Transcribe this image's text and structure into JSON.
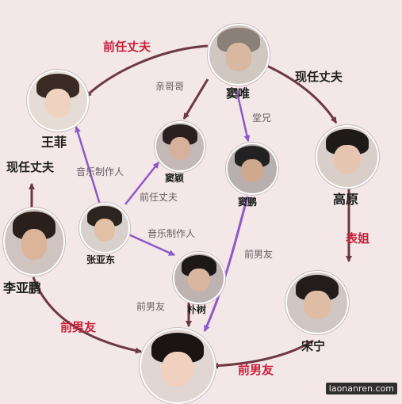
{
  "people": {
    "dou_wei": "窦唯",
    "wang_fei": "王菲",
    "gao_yuan": "高原",
    "dou_ying": "窦颖",
    "dou_peng": "窦鹏",
    "zhang_yadong": "张亚东",
    "li_yapeng": "李亚鹏",
    "pu_shu": "朴树",
    "song_ning": "宋宁"
  },
  "relations": {
    "dou_wei_to_wang_fei": "前任丈夫",
    "dou_wei_to_gao_yuan": "现任丈夫",
    "dou_wei_to_dou_ying": "亲哥哥",
    "dou_wei_to_dou_peng": "堂兄",
    "li_yapeng_to_wang_fei": "现任丈夫",
    "zhang_yadong_to_wang_fei": "音乐制作人",
    "zhang_yadong_to_dou_ying": "前任丈夫",
    "zhang_yadong_to_pu_shu": "音乐制作人",
    "gao_yuan_to_song_ning": "表姐",
    "dou_peng_to_bottom": "前男友",
    "li_yapeng_to_bottom": "前男友",
    "pu_shu_to_bottom": "前男友",
    "song_ning_to_bottom": "前男友"
  },
  "watermark": "laonanren.com",
  "colors": {
    "background": "#f4e7e8",
    "arrow_dark": "#6b3a40",
    "arrow_purple": "#8c5ac8",
    "label_red": "#c8203a"
  }
}
